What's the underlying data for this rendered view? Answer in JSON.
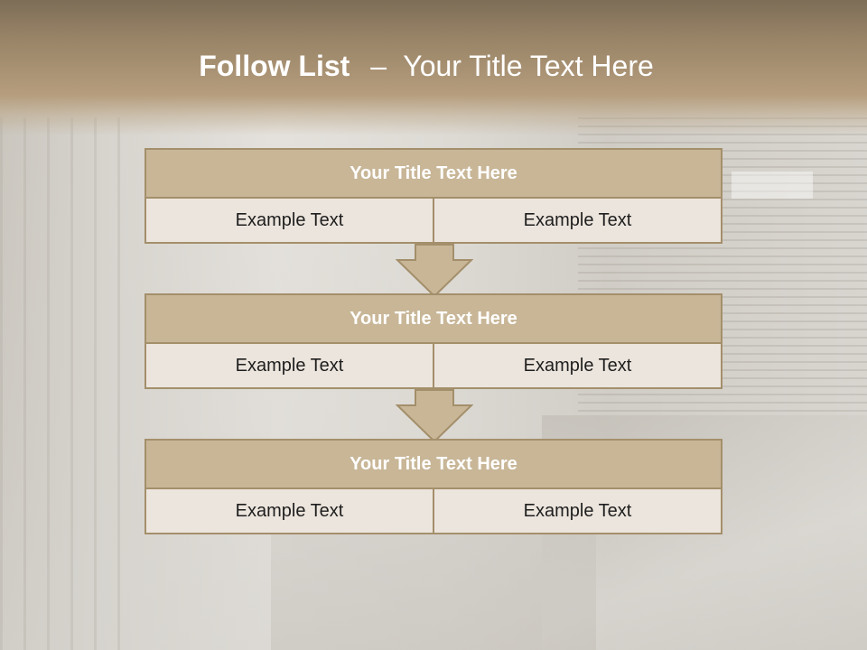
{
  "slide": {
    "title_bold": "Follow List",
    "title_separator": "–",
    "title_rest": "Your Title Text Here"
  },
  "blocks": [
    {
      "title": "Your Title Text Here",
      "cells": [
        "Example Text",
        "Example Text"
      ]
    },
    {
      "title": "Your Title Text Here",
      "cells": [
        "Example Text",
        "Example Text"
      ]
    },
    {
      "title": "Your Title Text Here",
      "cells": [
        "Example Text",
        "Example Text"
      ]
    }
  ],
  "colors": {
    "header": "#9a8568",
    "block_title_fill": "#c8b697",
    "block_border": "#a48f6b",
    "cell_fill": "#ece5dd",
    "arrow_fill": "#c8b697"
  }
}
